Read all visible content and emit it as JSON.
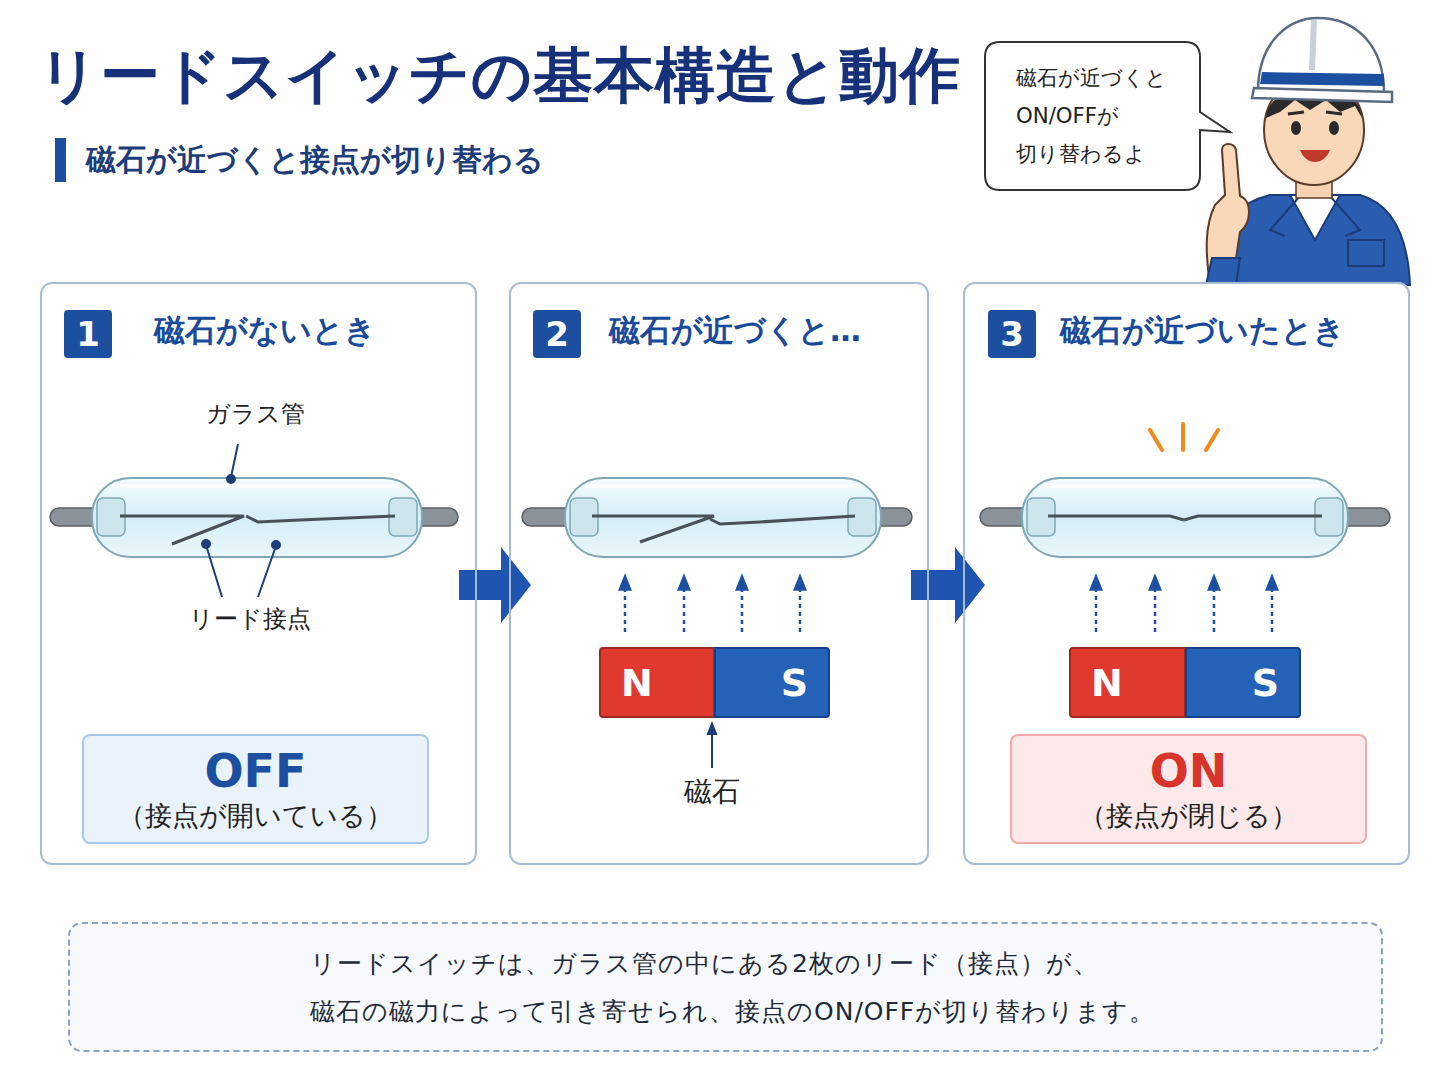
{
  "diagram": {
    "title": "リードスイッチの基本構造と動作",
    "nodes": [
      {
        "text": [
          "磁石が近づくと ON/OFFが 切り替わるよ"
        ]
      },
      {
        "text": [
          "磁石がないとき"
        ]
      },
      {
        "text": [
          "1"
        ],
        "in": 1
      },
      {
        "text": [
          "OFF",
          "（接点が開いている）"
        ],
        "in": 1
      },
      {
        "text": [
          "磁石が近づくと…"
        ]
      },
      {
        "text": [
          "2"
        ],
        "in": 4
      },
      {
        "text": [
          "N"
        ],
        "in": 4
      },
      {
        "text": [
          "S"
        ],
        "in": 4
      },
      {
        "text": [
          "磁石が近づいたとき"
        ]
      },
      {
        "text": [
          "3"
        ],
        "in": 8
      },
      {
        "text": [
          "N"
        ],
        "in": 8
      },
      {
        "text": [
          "S"
        ],
        "in": 8
      },
      {
        "text": [
          "ON",
          "（接点が閉じる）"
        ],
        "in": 8
      },
      {
        "text": [
          "リードスイッチは、ガラス管の中にある2枚のリード（接点）が、 磁石の磁力によって引き寄せられ、接点のON/OFFが切り替わります。"
        ]
      }
    ],
    "edges": [
      {
        "from": 1,
        "to": 4,
        "arrow": "to"
      },
      {
        "from": 4,
        "to": 8,
        "arrow": "to"
      }
    ],
    "labels": [
      "磁石が近づくと接点が切り替わる",
      "ガラス管",
      "リード接点",
      "磁石"
    ]
  }
}
